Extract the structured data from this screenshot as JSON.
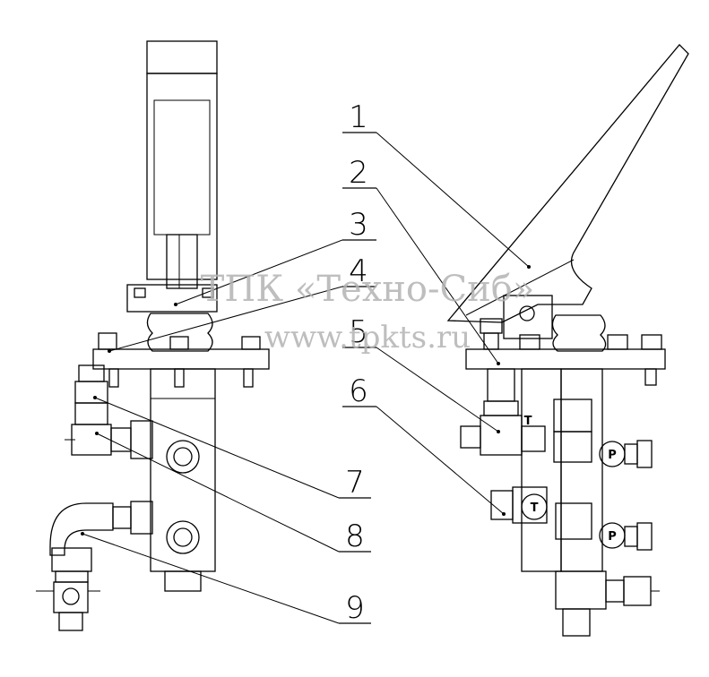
{
  "callouts": [
    "1",
    "2",
    "3",
    "4",
    "5",
    "6",
    "7",
    "8",
    "9"
  ],
  "port_labels": {
    "t_upper": "T",
    "t_lower": "T",
    "p_upper": "P",
    "p_lower": "P"
  },
  "watermark": {
    "line1": "ТПК «Техно-Сиб»",
    "line2": "www.tpkts.ru"
  }
}
